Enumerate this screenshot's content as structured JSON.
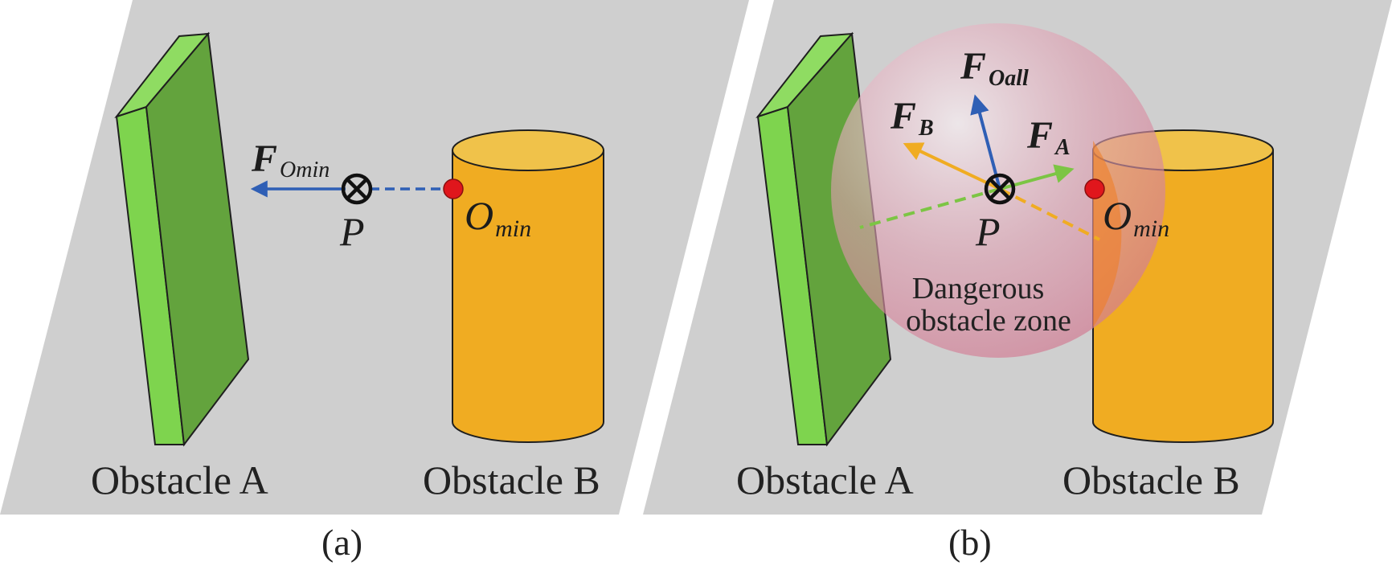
{
  "panels": [
    {
      "caption": "(a)",
      "obstacle_a_label": "Obstacle A",
      "obstacle_b_label": "Obstacle B",
      "point_label": "P",
      "nearest_point_label": {
        "main": "O",
        "sub": "min"
      },
      "force_label": {
        "main": "F",
        "sub": "Omin"
      }
    },
    {
      "caption": "(b)",
      "obstacle_a_label": "Obstacle A",
      "obstacle_b_label": "Obstacle B",
      "point_label": "P",
      "nearest_point_label": {
        "main": "O",
        "sub": "min"
      },
      "zone_label_line1": "Dangerous",
      "zone_label_line2": "obstacle zone",
      "force_total": {
        "main": "F",
        "sub": "Oall"
      },
      "force_a": {
        "main": "F",
        "sub": "A"
      },
      "force_b": {
        "main": "F",
        "sub": "B"
      }
    }
  ],
  "colors": {
    "ground": "#cfcfcf",
    "wall_face": "#63a33d",
    "wall_side": "#7ed44e",
    "cylinder": "#f0ac22",
    "cylinder_top": "#f0c24a",
    "danger_zone": "#d8869a",
    "arrow_blue": "#2f5fb5",
    "arrow_green": "#7cc544",
    "arrow_orange": "#f0ac22",
    "nearest_point": "#e0161c"
  }
}
